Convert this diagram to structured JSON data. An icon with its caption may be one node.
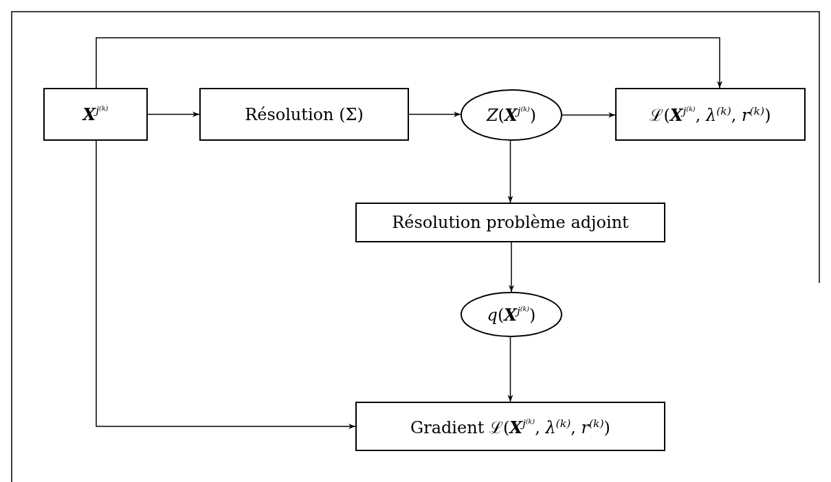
{
  "diagram": {
    "nodes": [
      {
        "text": [
          "**X**$^{j⁽ᵏ⁾}$"
        ]
      },
      {
        "text": [
          "Résolution (Σ)"
        ]
      },
      {
        "text": [
          "*Z*(**X**$^{j⁽ᵏ⁾}$)"
        ]
      },
      {
        "text": [
          "ℒ(**X**$^{j⁽ᵏ⁾}$, *λ*$^{(k)}$, *r*$^{(k)}$)"
        ]
      },
      {
        "text": [
          "Résolution problème adjoint"
        ]
      },
      {
        "text": [
          "*q*(**X**$^{j⁽ᵏ⁾}$)"
        ]
      },
      {
        "text": [
          "Gradient ℒ(**X**$^{j⁽ᵏ⁾}$, *λ*$^{(k)}$, *r*$^{(k)}$)"
        ]
      }
    ],
    "edges": [
      {
        "from": 0,
        "to": 1,
        "arrow": "to"
      },
      {
        "from": 1,
        "to": 2,
        "arrow": "to"
      },
      {
        "from": 2,
        "to": 3,
        "arrow": "to"
      },
      {
        "from": 0,
        "to": 3,
        "arrow": "to"
      },
      {
        "from": 2,
        "to": 4,
        "arrow": "to"
      },
      {
        "from": 4,
        "to": 5,
        "arrow": "to"
      },
      {
        "from": 5,
        "to": 6,
        "arrow": "to"
      },
      {
        "from": 0,
        "to": 6,
        "arrow": "to"
      }
    ]
  }
}
